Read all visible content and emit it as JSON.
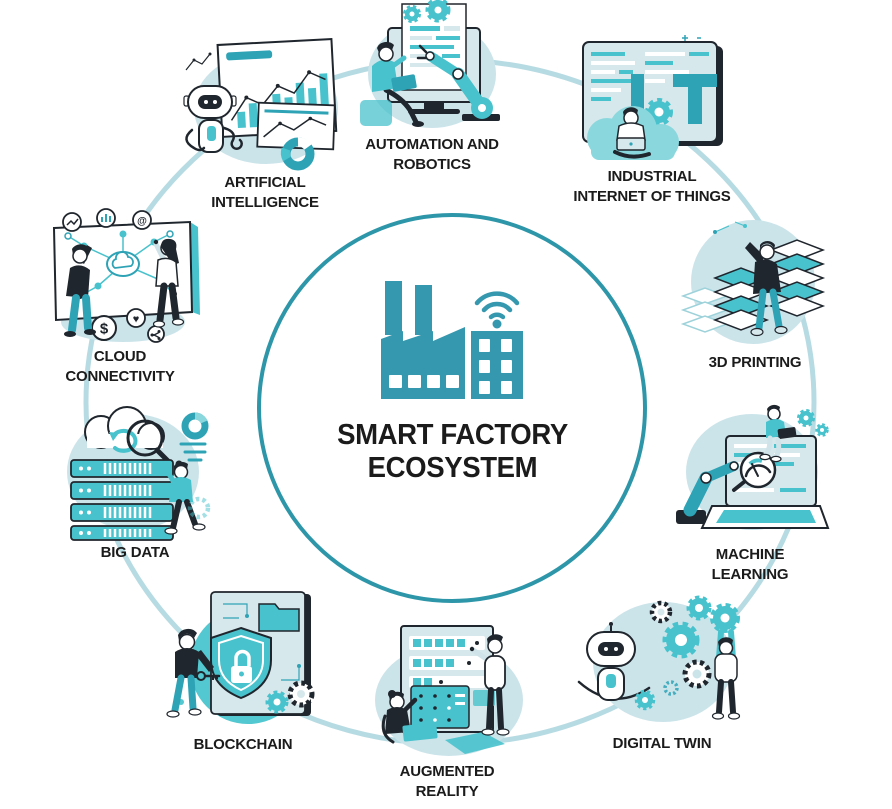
{
  "title": {
    "lines": [
      "SMART FACTORY",
      "ECOSYSTEM"
    ]
  },
  "center_icon": "smart-factory-with-wifi",
  "colors": {
    "primary_teal": "#2E96A9",
    "bright_teal": "#48C2CC",
    "mid_teal": "#2FA3B6",
    "light_blob": "#CBE4EA",
    "ring": "#B7DBE2",
    "panel": "#D7E8EC",
    "dark": "#20262D",
    "text": "#1B1B1B"
  },
  "icon_glyphs": {
    "dollar": "$",
    "heart": "♥",
    "at": "@"
  },
  "nodes": [
    {
      "id": "automation-and-robotics",
      "icon": "robotic-arm-workstation-illustration",
      "lines": [
        "AUTOMATION AND",
        "ROBOTICS"
      ]
    },
    {
      "id": "industrial-internet-of-things",
      "icon": "iot-code-screen-illustration",
      "lines": [
        "INDUSTRIAL",
        "INTERNET OF THINGS"
      ]
    },
    {
      "id": "3d-printing",
      "icon": "isometric-layer-stack-illustration",
      "lines": [
        "3D PRINTING"
      ]
    },
    {
      "id": "machine-learning",
      "icon": "laptop-robot-arm-magnifier-illustration",
      "lines": [
        "MACHINE",
        "LEARNING"
      ]
    },
    {
      "id": "digital-twin",
      "icon": "robot-and-gears-illustration",
      "lines": [
        "DIGITAL TWIN"
      ]
    },
    {
      "id": "augmented-reality",
      "icon": "ar-control-panel-illustration",
      "lines": [
        "AUGMENTED",
        "REALITY"
      ]
    },
    {
      "id": "blockchain",
      "icon": "shield-padlock-document-illustration",
      "lines": [
        "BLOCKCHAIN"
      ]
    },
    {
      "id": "big-data",
      "icon": "server-stack-cloud-illustration",
      "lines": [
        "BIG DATA"
      ]
    },
    {
      "id": "cloud-connectivity",
      "icon": "cloud-network-board-illustration",
      "lines": [
        "CLOUD",
        "CONNECTIVITY"
      ]
    },
    {
      "id": "artificial-intelligence",
      "icon": "robot-analytics-charts-illustration",
      "lines": [
        "ARTIFICIAL",
        "INTELLIGENCE"
      ]
    }
  ]
}
